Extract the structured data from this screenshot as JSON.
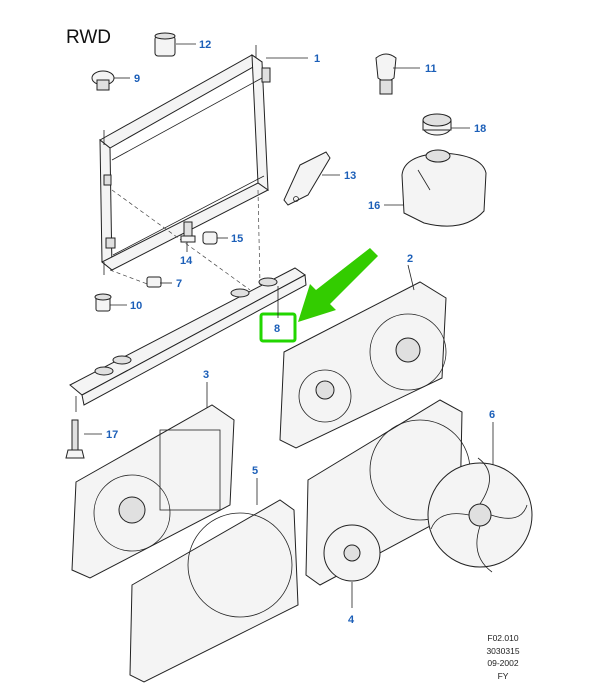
{
  "title": "RWD",
  "callouts": {
    "c1": "1",
    "c2": "2",
    "c3": "3",
    "c4": "4",
    "c5": "5",
    "c6": "6",
    "c7": "7",
    "c8": "8",
    "c9": "9",
    "c10": "10",
    "c11": "11",
    "c12": "12",
    "c13": "13",
    "c14": "14",
    "c15": "15",
    "c16": "16",
    "c17": "17",
    "c18": "18"
  },
  "footer": {
    "line1": "F02.010",
    "line2": "3030315",
    "line3": "09-2002",
    "line4": "FY"
  },
  "colors": {
    "callout": "#1c5fb8",
    "highlight": "#22d600",
    "arrow": "#33cc00"
  }
}
